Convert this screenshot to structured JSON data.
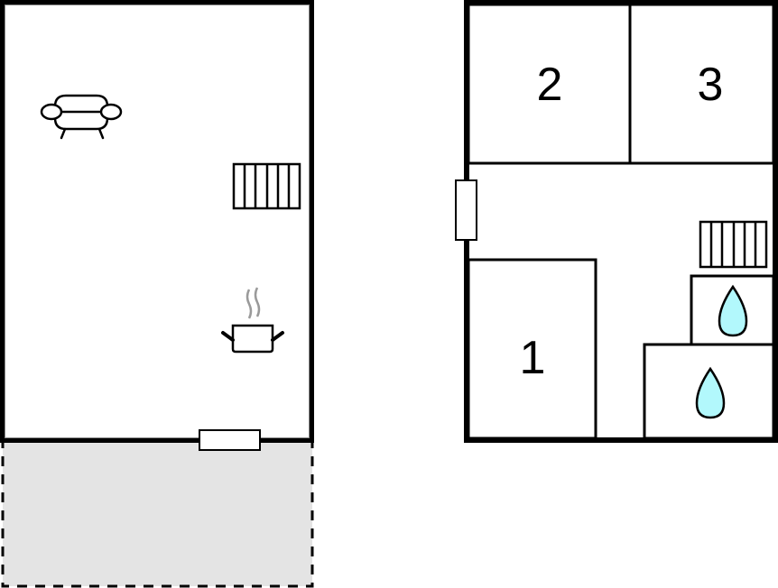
{
  "diagram": {
    "type": "floor-plan",
    "colors": {
      "wall": "#000000",
      "background": "#ffffff",
      "terrace_fill": "#e4e4e4",
      "water_fill": "#b2f8fc",
      "steam": "#9a9a9a"
    },
    "ground_floor": {
      "features": [
        "sofa-icon",
        "radiator-icon",
        "cooking-pot-icon",
        "door",
        "terrace"
      ],
      "terrace": {
        "style": "dashed-outline",
        "fill": "#e4e4e4"
      }
    },
    "upper_floor": {
      "rooms": [
        {
          "id": "room-1",
          "label": "1"
        },
        {
          "id": "room-2",
          "label": "2"
        },
        {
          "id": "room-3",
          "label": "3"
        }
      ],
      "features": [
        "radiator-icon",
        "water-drop-icon",
        "water-drop-icon",
        "door"
      ]
    }
  }
}
